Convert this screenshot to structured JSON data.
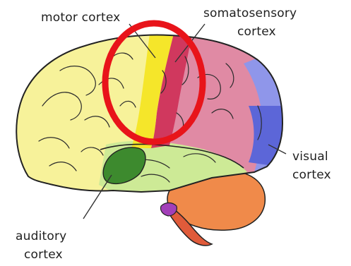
{
  "labels": {
    "motor_cortex": "motor cortex",
    "somatosensory_line1": "somatosensory",
    "somatosensory_line2": "cortex",
    "visual_line1": "visual",
    "visual_line2": "cortex",
    "auditory_line1": "auditory",
    "auditory_line2": "cortex"
  },
  "colors": {
    "frontal_lobe": "#f7f29a",
    "motor_strip": "#f5e62a",
    "parietal_lobe": "#e08aa4",
    "somatosensory_strip": "#d0385e",
    "occipital_lobe": "#8f96ea",
    "temporal_lobe": "#cdea96",
    "auditory_area": "#3d8a2e",
    "cerebellum": "#f08a4a",
    "brainstem": "#e05b3a",
    "highlight_circle": "#e8141a",
    "outline": "#222222"
  }
}
